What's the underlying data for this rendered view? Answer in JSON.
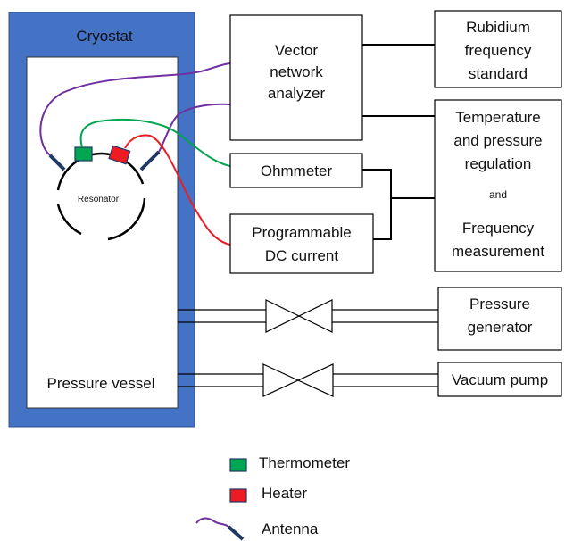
{
  "cryostat": {
    "label": "Cryostat",
    "color": "#4472c4"
  },
  "pressure_vessel": {
    "label": "Pressure vessel"
  },
  "resonator": {
    "label": "Resonator"
  },
  "boxes": {
    "vna": {
      "lines": [
        "Vector",
        "network",
        "analyzer"
      ]
    },
    "rubidium": {
      "lines": [
        "Rubidium",
        "frequency",
        "standard"
      ]
    },
    "temp_reg": {
      "lines": [
        "Temperature",
        "and pressure",
        "regulation",
        "and",
        "Frequency",
        "measurement"
      ]
    },
    "ohmmeter": {
      "lines": [
        "Ohmmeter"
      ]
    },
    "dc": {
      "lines": [
        "Programmable",
        "DC current"
      ]
    },
    "pgen": {
      "lines": [
        "Pressure",
        "generator"
      ]
    },
    "vacuum": {
      "lines": [
        "Vacuum pump"
      ]
    }
  },
  "legend": {
    "thermometer": {
      "label": "Thermometer",
      "color": "#00a651"
    },
    "heater": {
      "label": "Heater",
      "color": "#ed1c24"
    },
    "antenna": {
      "label": "Antenna",
      "wire_color": "#7030a0",
      "tip_color": "#1f3864"
    }
  }
}
